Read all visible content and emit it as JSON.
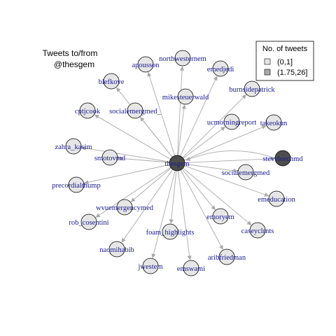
{
  "title": [
    "Tweets to/from",
    "@thesgem"
  ],
  "legend": {
    "title": "No. of tweets",
    "items": [
      {
        "label": "(0,1]",
        "color": "#e6e6e6"
      },
      {
        "label": "(1.75,26]",
        "color": "#a9a9a9"
      }
    ]
  },
  "colors": {
    "edge": "#a9a9a9",
    "hub_fill": "#4d4d4d",
    "low_fill": "#e6e6e6",
    "label": "#1a1a8c"
  },
  "network": {
    "hub": "thesgem",
    "nodes": [
      {
        "name": "thesgem",
        "tweets_bin": "(1.75,26]"
      },
      {
        "name": "steveleechmd",
        "tweets_bin": "(1.75,26]"
      },
      {
        "name": "apousson",
        "tweets_bin": "(0,1]"
      },
      {
        "name": "northwesternem",
        "tweets_bin": "(0,1]"
      },
      {
        "name": "emedjedi",
        "tweets_bin": "(0,1]"
      },
      {
        "name": "blefkove",
        "tweets_bin": "(0,1]"
      },
      {
        "name": "mikesteuerwald",
        "tweets_bin": "(0,1]"
      },
      {
        "name": "burnsidepatrick",
        "tweets_bin": "(0,1]"
      },
      {
        "name": "cptjcook",
        "tweets_bin": "(0,1]"
      },
      {
        "name": "socialemergmed_",
        "tweets_bin": "(0,1]"
      },
      {
        "name": "ucmorningreport",
        "tweets_bin": "(0,1]"
      },
      {
        "name": "takeokun",
        "tweets_bin": "(0,1]"
      },
      {
        "name": "zahra_kasim",
        "tweets_bin": "(0,1]"
      },
      {
        "name": "smotovmd",
        "tweets_bin": "(0,1]"
      },
      {
        "name": "precordialthump",
        "tweets_bin": "(0,1]"
      },
      {
        "name": "socialemergmed",
        "tweets_bin": "(0,1]"
      },
      {
        "name": "emeducation",
        "tweets_bin": "(0,1]"
      },
      {
        "name": "wvuemergencymed",
        "tweets_bin": "(0,1]"
      },
      {
        "name": "rob_cosentini",
        "tweets_bin": "(0,1]"
      },
      {
        "name": "emoryem",
        "tweets_bin": "(0,1]"
      },
      {
        "name": "caseyclrnts",
        "tweets_bin": "(0,1]"
      },
      {
        "name": "foam_highlights",
        "tweets_bin": "(0,1]"
      },
      {
        "name": "naomihabib",
        "tweets_bin": "(0,1]"
      },
      {
        "name": "aribfriedman",
        "tweets_bin": "(0,1]"
      },
      {
        "name": "jwestem",
        "tweets_bin": "(0,1]"
      },
      {
        "name": "emswami",
        "tweets_bin": "(0,1]"
      }
    ],
    "edges": [
      {
        "from": "thesgem",
        "to": "apousson"
      },
      {
        "from": "thesgem",
        "to": "northwesternem"
      },
      {
        "from": "thesgem",
        "to": "emedjedi"
      },
      {
        "from": "thesgem",
        "to": "blefkove"
      },
      {
        "from": "thesgem",
        "to": "mikesteuerwald"
      },
      {
        "from": "thesgem",
        "to": "burnsidepatrick"
      },
      {
        "from": "thesgem",
        "to": "cptjcook"
      },
      {
        "from": "thesgem",
        "to": "socialemergmed_"
      },
      {
        "from": "thesgem",
        "to": "ucmorningreport"
      },
      {
        "from": "thesgem",
        "to": "takeokun"
      },
      {
        "from": "thesgem",
        "to": "zahra_kasim"
      },
      {
        "from": "thesgem",
        "to": "smotovmd"
      },
      {
        "from": "thesgem",
        "to": "precordialthump"
      },
      {
        "from": "thesgem",
        "to": "steveleechmd"
      },
      {
        "from": "thesgem",
        "to": "socialemergmed"
      },
      {
        "from": "thesgem",
        "to": "emeducation"
      },
      {
        "from": "thesgem",
        "to": "wvuemergencymed"
      },
      {
        "from": "thesgem",
        "to": "rob_cosentini"
      },
      {
        "from": "thesgem",
        "to": "emoryem"
      },
      {
        "from": "thesgem",
        "to": "caseyclrnts"
      },
      {
        "from": "thesgem",
        "to": "foam_highlights"
      },
      {
        "from": "thesgem",
        "to": "naomihabib"
      },
      {
        "from": "thesgem",
        "to": "aribfriedman"
      },
      {
        "from": "thesgem",
        "to": "jwestem"
      },
      {
        "from": "thesgem",
        "to": "emswami"
      },
      {
        "from": "steveleechmd",
        "to": "thesgem"
      }
    ]
  }
}
